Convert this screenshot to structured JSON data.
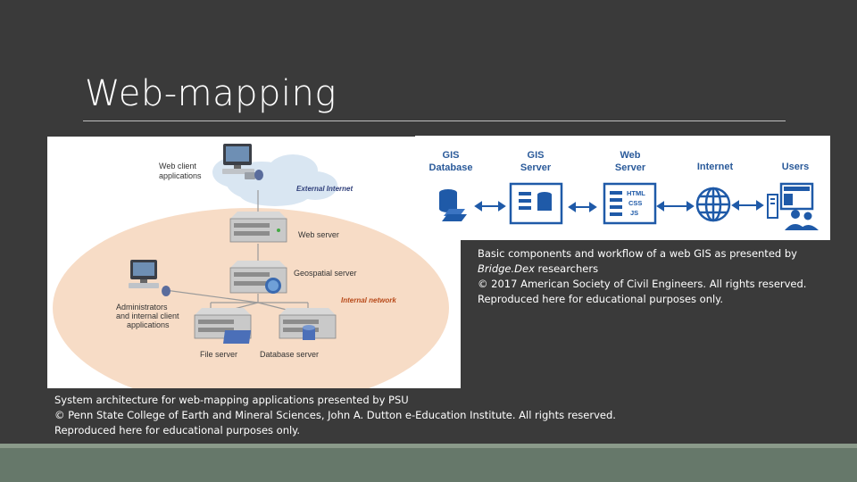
{
  "slide": {
    "title": "Web-mapping"
  },
  "left_diagram": {
    "labels": {
      "web_client": [
        "Web client",
        "applications"
      ],
      "external_internet": "External Internet",
      "web_server": "Web server",
      "geospatial_server": "Geospatial server",
      "internal_network": "Internal network",
      "admins": [
        "Administrators",
        "and internal client",
        "applications"
      ],
      "file_server": "File server",
      "database_server": "Database server"
    },
    "colors": {
      "ellipse": "#f7dcc6",
      "cloud": "#d9e6f2",
      "internal_label": "#b84a1a",
      "external_label": "#2f3f7a"
    }
  },
  "right_diagram": {
    "stages": [
      {
        "label_line1": "GIS",
        "label_line2": "Database",
        "icon": "database-stack-icon"
      },
      {
        "label_line1": "GIS",
        "label_line2": "Server",
        "icon": "gis-server-icon"
      },
      {
        "label_line1": "Web",
        "label_line2": "Server",
        "icon": "web-server-icon"
      },
      {
        "label_line1": "Internet",
        "label_line2": "",
        "icon": "globe-icon"
      },
      {
        "label_line1": "Users",
        "label_line2": "",
        "icon": "users-icon"
      }
    ],
    "web_server_tags": [
      "HTML",
      "CSS",
      "JS"
    ],
    "colors": {
      "label": "#2a5a9a",
      "icon": "#1f5aa8"
    }
  },
  "captions": {
    "right": {
      "line1": "Basic components and workflow of a web GIS as presented by",
      "line2_italic": "Bridge.Dex",
      "line2_rest": " researchers",
      "line3": "© 2017 American Society of Civil Engineers.  All rights reserved.",
      "line4": "Reproduced here for educational purposes only."
    },
    "left": {
      "line1": "System architecture for web-mapping applications presented by PSU",
      "line2": "© Penn State College of Earth and Mineral Sciences, John A. Dutton e-Education Institute.  All rights reserved.",
      "line3": "Reproduced here for educational purposes only."
    }
  }
}
